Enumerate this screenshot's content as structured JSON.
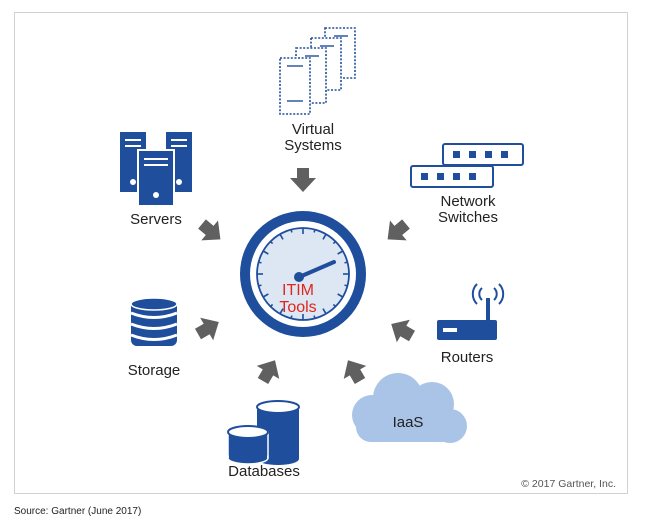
{
  "colors": {
    "blue": "#1f4e9c",
    "arrow": "#606060",
    "cloud": "#a9c4e6",
    "center_text": "#e0261c",
    "frame": "#d2d2d2"
  },
  "center": {
    "line1": "ITIM",
    "line2": "Tools"
  },
  "nodes": {
    "virtual_systems": {
      "line1": "Virtual",
      "line2": "Systems",
      "icon": "virtual-systems-icon"
    },
    "network_switches": {
      "line1": "Network",
      "line2": "Switches",
      "icon": "network-switch-icon"
    },
    "servers": {
      "label": "Servers",
      "icon": "server-icon"
    },
    "storage": {
      "label": "Storage",
      "icon": "storage-icon"
    },
    "routers": {
      "label": "Routers",
      "icon": "router-icon"
    },
    "databases": {
      "label": "Databases",
      "icon": "database-icon"
    },
    "iaas": {
      "label": "IaaS",
      "icon": "cloud-icon"
    }
  },
  "copyright": "© 2017 Gartner, Inc.",
  "source": "Source: Gartner (June 2017)"
}
